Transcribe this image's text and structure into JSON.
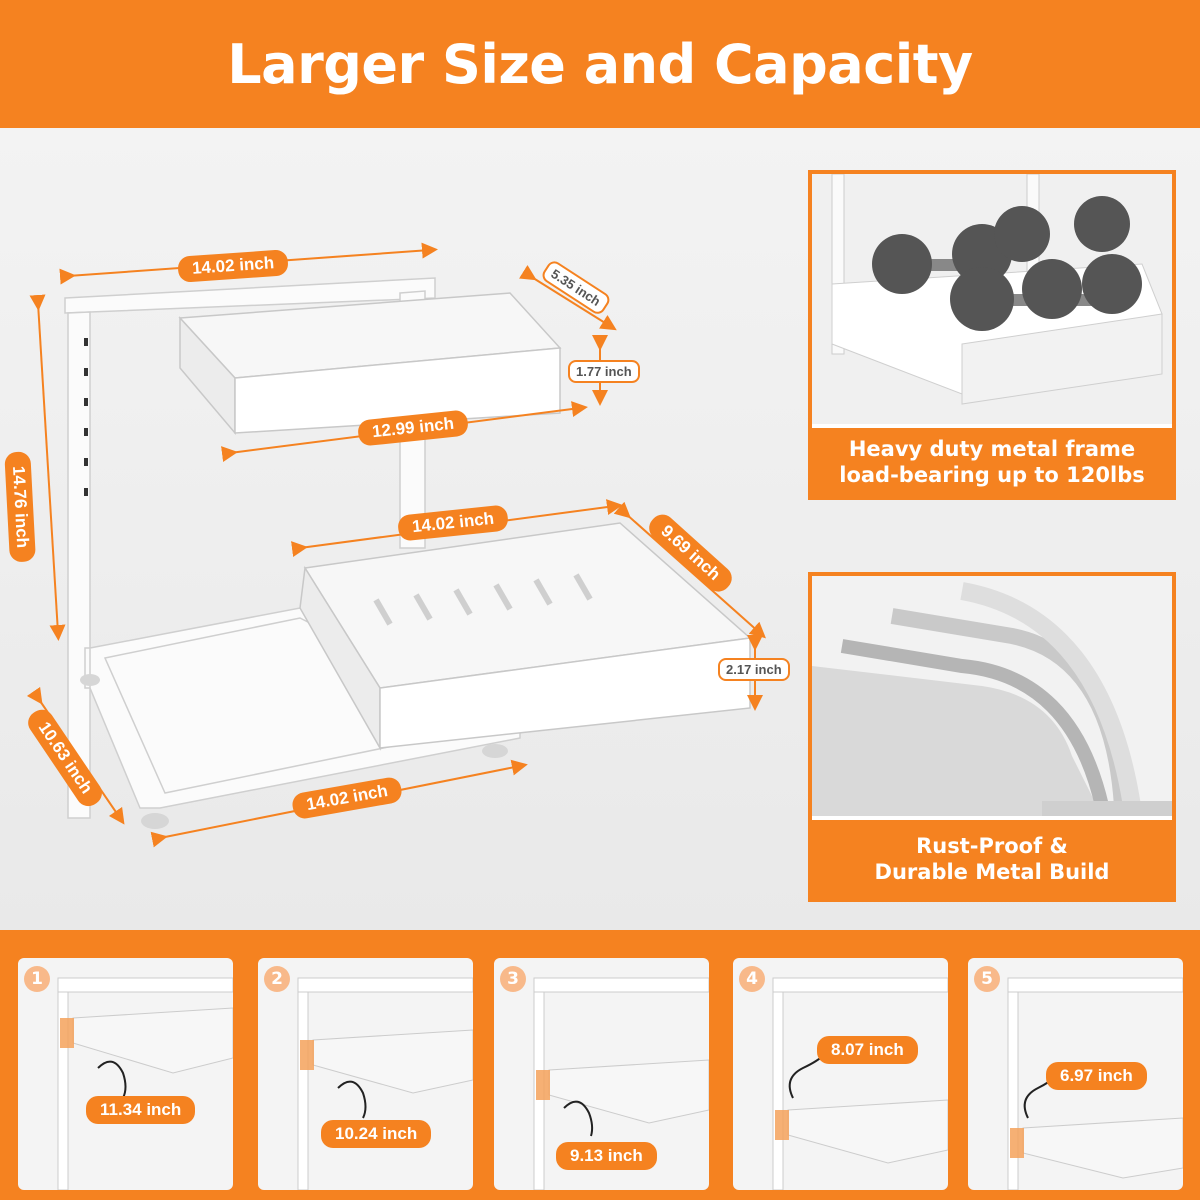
{
  "header": {
    "title": "Larger Size and Capacity"
  },
  "dimensions": {
    "top_width": "14.02 inch",
    "top_depth": "5.35 inch",
    "top_tray_height": "1.77 inch",
    "top_tray_width": "12.99 inch",
    "frame_height": "14.76 inch",
    "bottom_tray_width": "14.02 inch",
    "bottom_tray_depth": "9.69 inch",
    "bottom_tray_height": "2.17 inch",
    "base_depth": "10.63 inch",
    "base_width": "14.02 inch"
  },
  "features": [
    {
      "caption_line1": "Heavy duty metal frame",
      "caption_line2": "load-bearing up to 120lbs"
    },
    {
      "caption_line1": "Rust-Proof &",
      "caption_line2": "Durable Metal Build"
    }
  ],
  "steps": [
    {
      "number": "1",
      "height": "11.34 inch"
    },
    {
      "number": "2",
      "height": "10.24 inch"
    },
    {
      "number": "3",
      "height": "9.13 inch"
    },
    {
      "number": "4",
      "height": "8.07 inch"
    },
    {
      "number": "5",
      "height": "6.97 inch"
    }
  ],
  "colors": {
    "accent": "#f58220",
    "background": "#eeeeee",
    "frame": "#ffffff"
  }
}
